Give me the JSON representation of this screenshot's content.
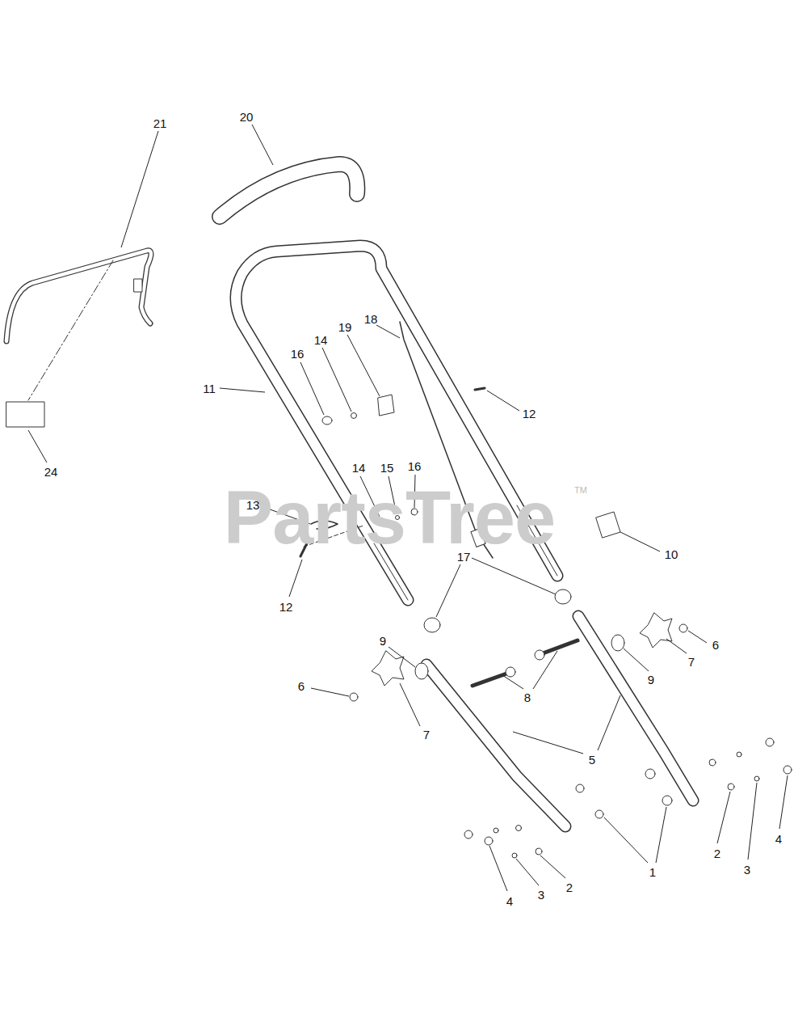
{
  "diagram": {
    "labels": [
      "21",
      "20",
      "19",
      "18",
      "14",
      "16",
      "11",
      "12",
      "24",
      "14",
      "15",
      "16",
      "PartsTree",
      "TM",
      "13",
      "10",
      "17",
      "12",
      "9",
      "6",
      "7",
      "9",
      "6",
      "8",
      "7",
      "5",
      "2",
      "3",
      "4",
      "1",
      "4",
      "3",
      "2"
    ]
  }
}
